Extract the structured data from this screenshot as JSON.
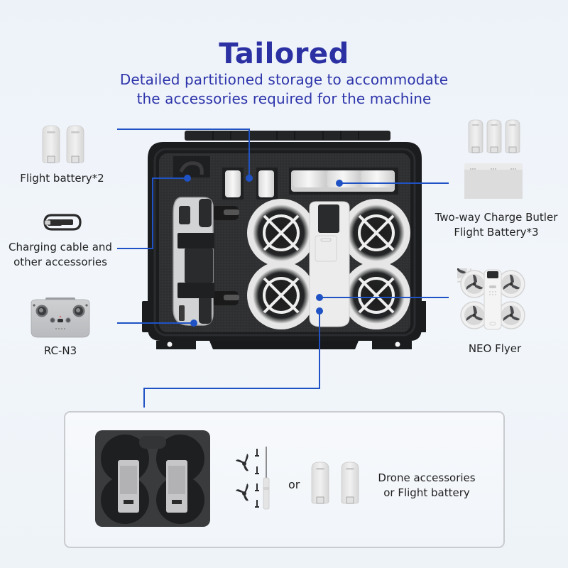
{
  "header": {
    "title": "Tailored",
    "subtitle_line1": "Detailed partitioned storage to accommodate",
    "subtitle_line2": "the accessories required for the machine"
  },
  "callouts": {
    "flight_battery": {
      "label": "Flight battery*2",
      "icon": "flight-battery-icon"
    },
    "charging_cable": {
      "line1": "Charging cable and",
      "line2": "other accessories",
      "icon": "usb-cable-icon"
    },
    "rc": {
      "label": "RC-N3",
      "icon": "remote-controller-icon"
    },
    "charge_butler": {
      "line1": "Two-way Charge Butler",
      "line2": "Flight Battery*3",
      "icon": "charging-hub-icon"
    },
    "neo": {
      "label": "NEO Flyer",
      "icon": "drone-icon"
    }
  },
  "bottom_panel": {
    "separator": "or",
    "line1": "Drone accessories",
    "line2": "or Flight battery",
    "items": [
      "foam-insert-with-batteries",
      "propellers",
      "screws",
      "screwdriver",
      "flight-batteries"
    ]
  },
  "colors": {
    "title": "#2b30a3",
    "subtitle": "#2d34aa",
    "callout_line": "#1f52c4",
    "background": "#eef3f9",
    "case_shell": "#1b1c1e",
    "foam": "#2e2f31"
  }
}
